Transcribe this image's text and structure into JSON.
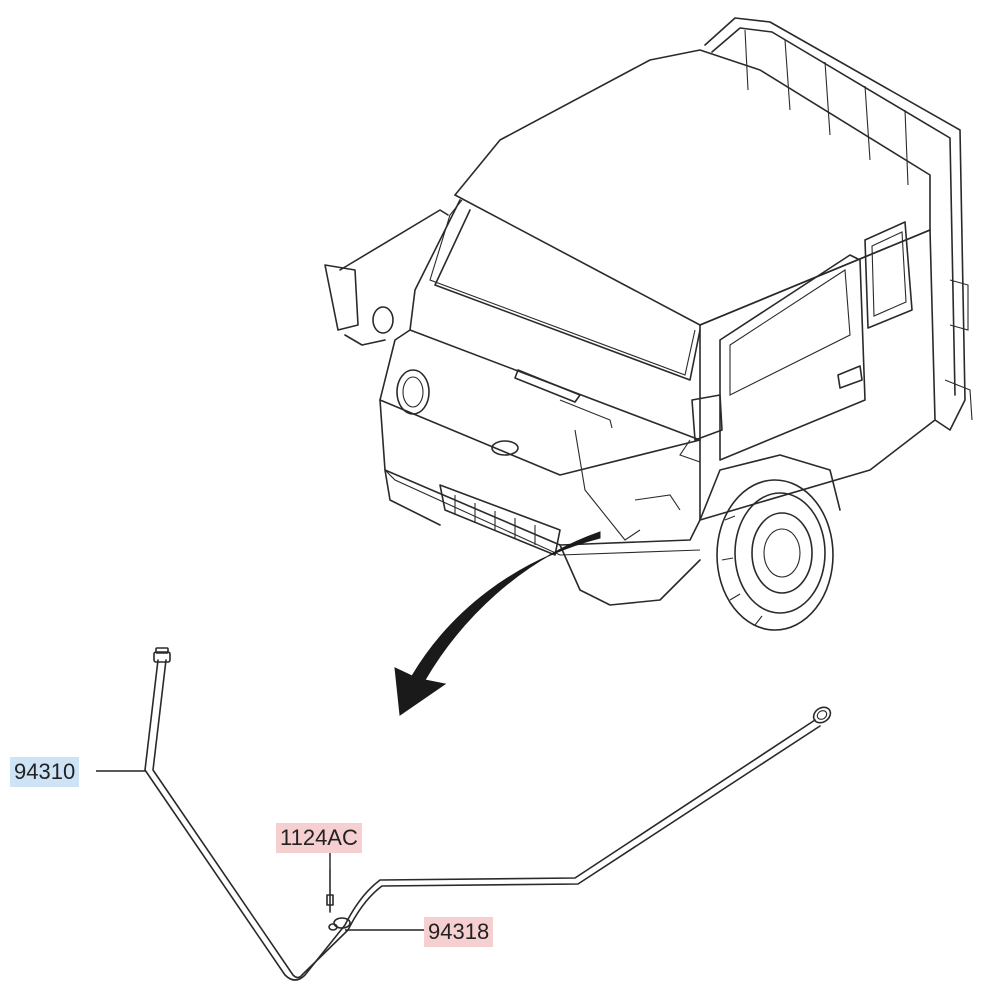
{
  "callouts": {
    "part_94310": "94310",
    "part_1124AC": "1124AC",
    "part_94318": "94318"
  },
  "colors": {
    "callout_blue": "#cfe3f7",
    "callout_red": "#f6cfd0",
    "line": "#2a2a2a"
  }
}
